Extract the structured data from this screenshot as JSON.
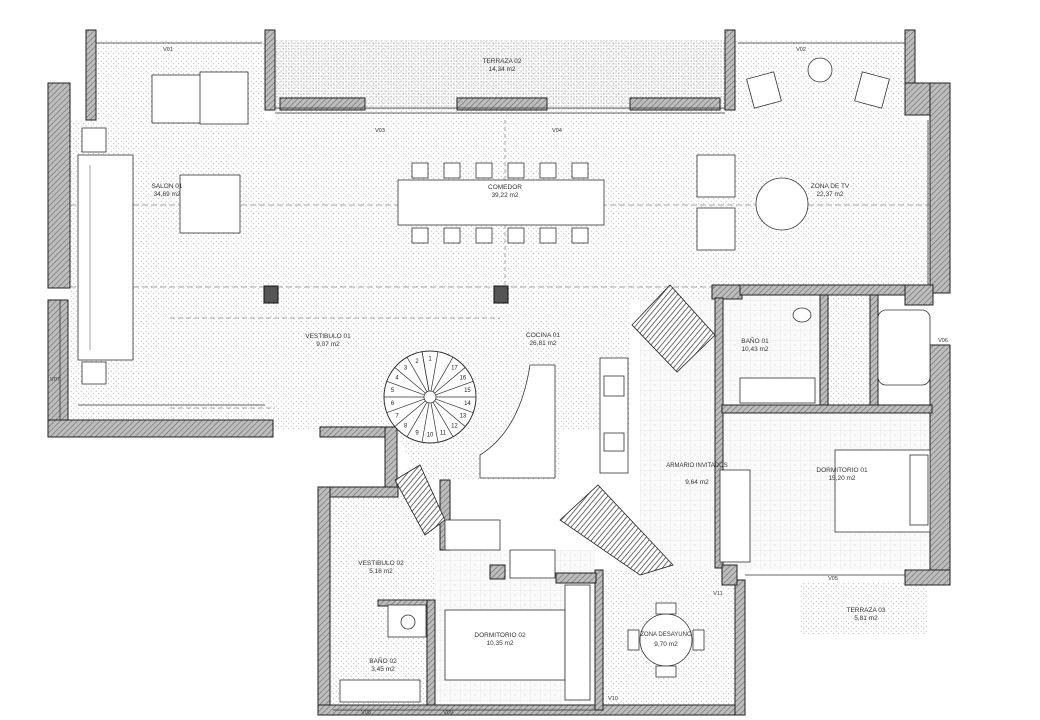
{
  "rooms": [
    {
      "id": "terraza-02",
      "name": "TERRAZA 02",
      "area": "14,34 m2"
    },
    {
      "id": "salon-01",
      "name": "SALON 01",
      "area": "34,69 m2"
    },
    {
      "id": "comedor",
      "name": "COMEDOR",
      "area": "39,22 m2"
    },
    {
      "id": "zona-tv",
      "name": "ZONA DE TV",
      "area": "22,37 m2"
    },
    {
      "id": "vestibulo-01",
      "name": "VESTIBULO 01",
      "area": "9,07 m2"
    },
    {
      "id": "cocina-01",
      "name": "COCINA 01",
      "area": "26,81 m2"
    },
    {
      "id": "bano-01",
      "name": "BAÑO 01",
      "area": "10,43 m2"
    },
    {
      "id": "armario-invitados",
      "name": "ARMARIO INVITADOS",
      "area": "9,64 m2"
    },
    {
      "id": "dormitorio-01",
      "name": "DORMITORIO 01",
      "area": "15,20 m2"
    },
    {
      "id": "vestibulo-02",
      "name": "VESTIBULO 02",
      "area": "5,16 m2"
    },
    {
      "id": "dormitorio-02",
      "name": "DORMITORIO 02",
      "area": "10,35 m2"
    },
    {
      "id": "bano-02",
      "name": "BAÑO 02",
      "area": "3,45 m2"
    },
    {
      "id": "zona-desayuno",
      "name": "ZONA DESAYUNO",
      "area": "9,70 m2"
    },
    {
      "id": "terraza-03",
      "name": "TERRAZA 03",
      "area": "5,81 m2"
    }
  ],
  "windows": [
    "V01",
    "V02",
    "V03",
    "V04",
    "V05",
    "V06",
    "V07",
    "V08",
    "V09",
    "V10",
    "V11"
  ],
  "stair_steps": [
    "1",
    "2",
    "3",
    "4",
    "5",
    "6",
    "7",
    "8",
    "9",
    "10",
    "11",
    "12",
    "13",
    "14",
    "15",
    "16",
    "17"
  ]
}
